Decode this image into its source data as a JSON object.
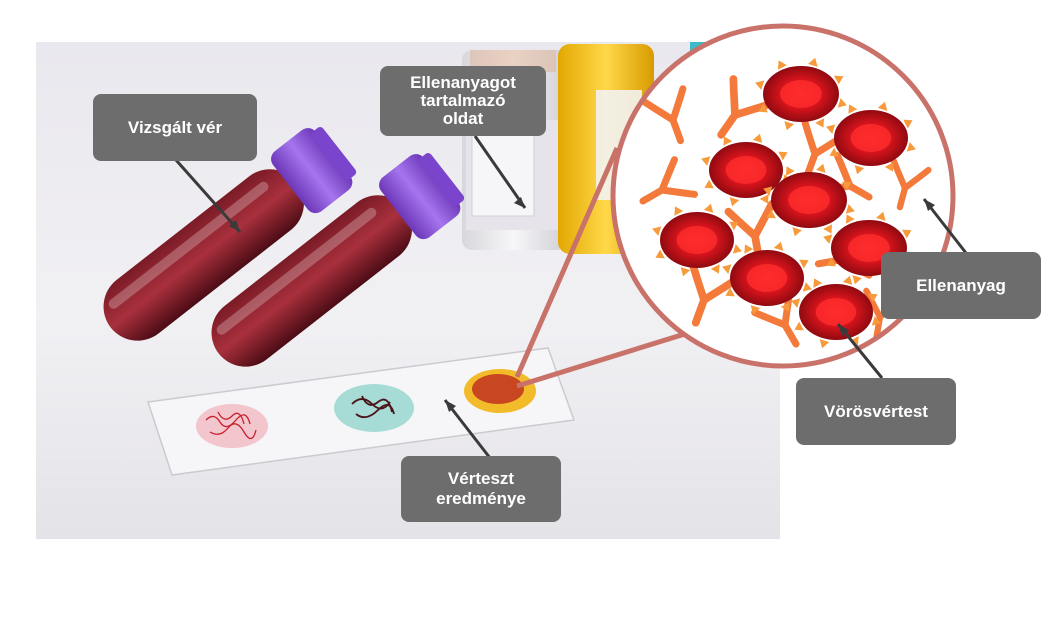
{
  "labels": {
    "tested_blood": "Vizsgált vér",
    "antibody_solution": [
      "Ellenanyagot",
      "tartalmazó",
      "oldat"
    ],
    "antibody": "Ellenanyag",
    "red_blood_cell": "Vörösvértest",
    "blood_test_result": [
      "Vérteszt",
      "eredménye"
    ]
  },
  "colors": {
    "label_bg": "#6d6d6d",
    "magnifier_ring": "#c9726a",
    "red_cell": "#d3131c",
    "antibody": "#f47a3c",
    "tube_cap": "#8a4fd6"
  },
  "icons": [
    "test-tube-icon",
    "antibody-icon",
    "red-blood-cell-icon",
    "magnifier-icon",
    "microscope-slide-icon"
  ]
}
